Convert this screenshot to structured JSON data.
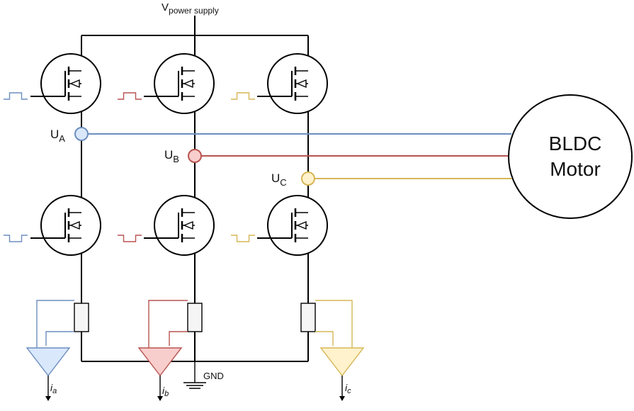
{
  "supply": {
    "main": "V",
    "sub": "power supply"
  },
  "ground": {
    "label": "GND"
  },
  "motor": {
    "line1": "BLDC",
    "line2": "Motor"
  },
  "colors": {
    "phase_a": "#6c8ebf",
    "phase_a_fill": "#dae8fc",
    "phase_b": "#b85450",
    "phase_b_fill": "#f8cecc",
    "phase_c": "#d6b656",
    "phase_c_fill": "#fff2cc",
    "resistor_fill": "#f5f5f5"
  },
  "phases": [
    {
      "id": "a",
      "node_main": "U",
      "node_sub": "A",
      "current_label": "i",
      "current_sub": "a",
      "color_key": "phase_a"
    },
    {
      "id": "b",
      "node_main": "U",
      "node_sub": "B",
      "current_label": "i",
      "current_sub": "b",
      "color_key": "phase_b"
    },
    {
      "id": "c",
      "node_main": "U",
      "node_sub": "C",
      "current_label": "i",
      "current_sub": "c",
      "color_key": "phase_c"
    }
  ],
  "icons": {
    "transistor": "mosfet-icon",
    "resistor": "shunt-resistor-icon",
    "amplifier": "current-amplifier-icon",
    "ground": "ground-icon",
    "pwm": "pwm-signal-icon"
  }
}
